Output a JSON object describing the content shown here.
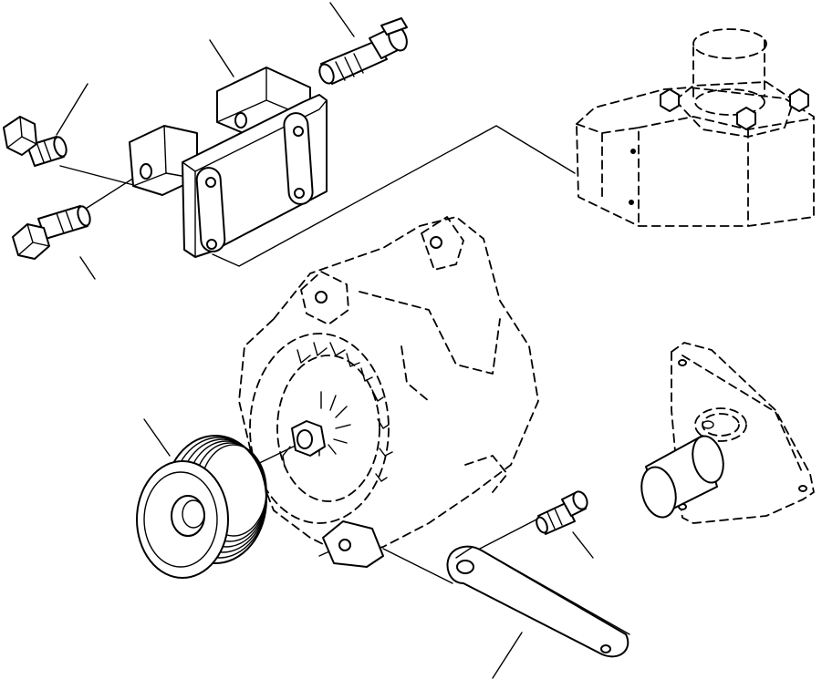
{
  "diagram": {
    "parts": [
      {
        "name": "bolt",
        "count": 4
      },
      {
        "name": "mounting-bracket"
      },
      {
        "name": "water-pump-housing"
      },
      {
        "name": "alternator"
      },
      {
        "name": "pulley"
      },
      {
        "name": "adjusting-link"
      },
      {
        "name": "cover-plate"
      }
    ],
    "colors": {
      "line": "#000000",
      "background": "#ffffff"
    }
  }
}
